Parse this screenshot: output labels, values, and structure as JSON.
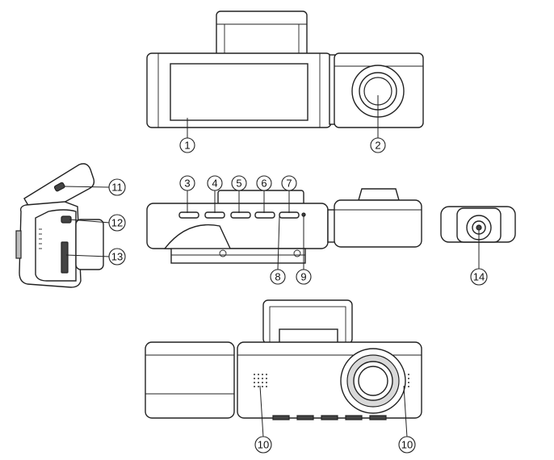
{
  "callouts": [
    {
      "id": "c1",
      "label": "1",
      "part": "screen"
    },
    {
      "id": "c2",
      "label": "2",
      "part": "front-lens"
    },
    {
      "id": "c3",
      "label": "3",
      "part": "button-3"
    },
    {
      "id": "c4",
      "label": "4",
      "part": "button-4"
    },
    {
      "id": "c5",
      "label": "5",
      "part": "button-5"
    },
    {
      "id": "c6",
      "label": "6",
      "part": "button-6"
    },
    {
      "id": "c7",
      "label": "7",
      "part": "button-7"
    },
    {
      "id": "c8",
      "label": "8",
      "part": "button-8"
    },
    {
      "id": "c9",
      "label": "9",
      "part": "indicator-hole"
    },
    {
      "id": "c10a",
      "label": "10",
      "part": "speaker-grille-left"
    },
    {
      "id": "c10b",
      "label": "10",
      "part": "speaker-grille-right"
    },
    {
      "id": "c11",
      "label": "11",
      "part": "mount-usb-port"
    },
    {
      "id": "c12",
      "label": "12",
      "part": "side-usb-port"
    },
    {
      "id": "c13",
      "label": "13",
      "part": "sd-card-slot"
    },
    {
      "id": "c14",
      "label": "14",
      "part": "rear-camera-lens"
    }
  ]
}
